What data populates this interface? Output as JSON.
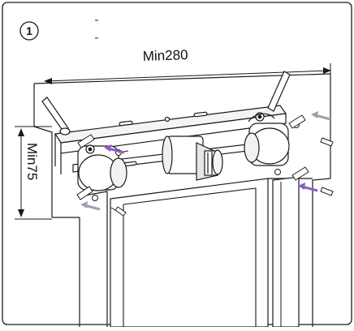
{
  "step": {
    "number": "1"
  },
  "dimensions": {
    "width_label": "Min280",
    "depth_label": "Min75"
  },
  "colors": {
    "stroke": "#1a1a1a",
    "fill": "#ffffff",
    "shade": "#e9e9e9",
    "arrow_accent": "#8a5cc4",
    "arrow_gray": "#9aa3ad"
  },
  "icons": [
    "step-badge-icon",
    "screw-icon",
    "wall-plug-icon",
    "insert-arrow-icon"
  ]
}
